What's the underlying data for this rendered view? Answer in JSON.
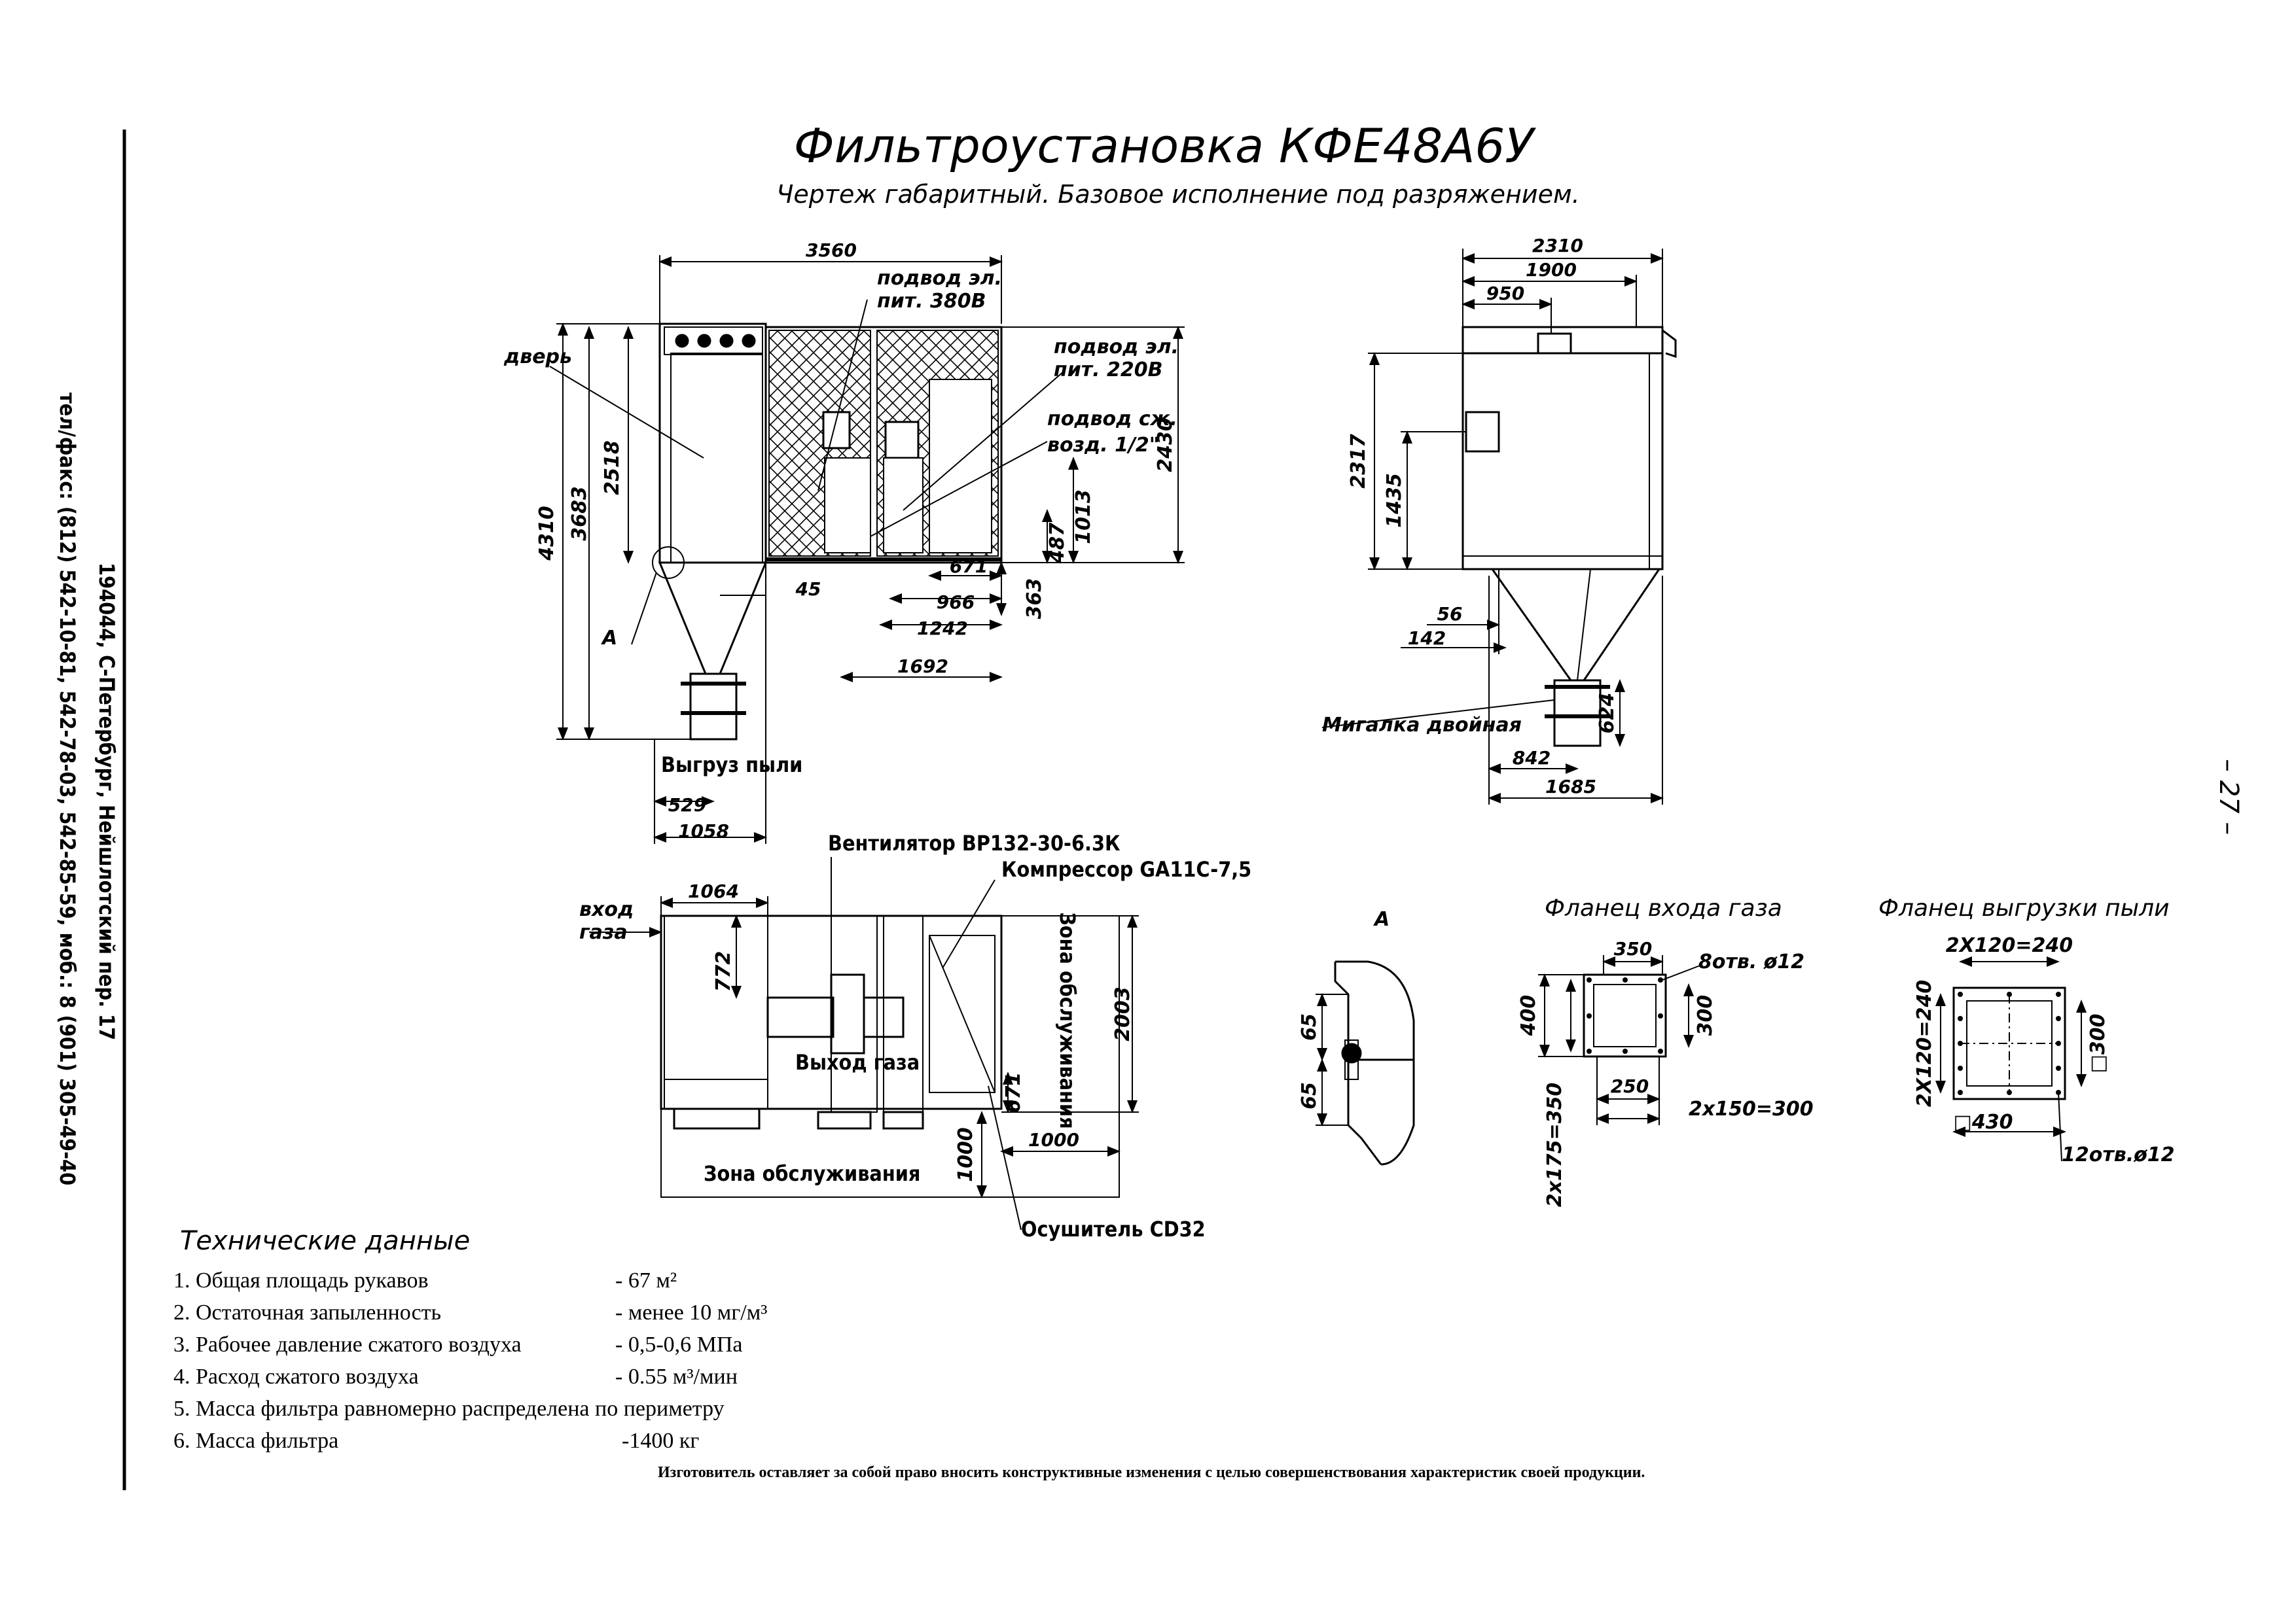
{
  "title": "Фильтроустановка КФЕ48А6У",
  "subtitle": "Чертеж габаритный. Базовое исполнение под разряжением.",
  "page_number": "– 27 –",
  "contacts": {
    "address": "194044, С-Петербург, Нейшлотский пер. 17",
    "phones": "тел/факс: (812) 542-10-81, 542-78-03, 542-85-59, моб.: 8 (901) 305-49-40"
  },
  "front_view": {
    "labels": {
      "door": "дверь",
      "power380_1": "подвод эл.",
      "power380_2": "пит. 380В",
      "power220_1": "подвод эл.",
      "power220_2": "пит. 220В",
      "air_1": "подвод сж.",
      "air_2": "возд. 1/2\"",
      "detail_a": "А",
      "dust_outlet": "Выгруз пыли"
    },
    "dims": {
      "w3560": "3560",
      "h2518": "2518",
      "h3683": "3683",
      "h4310": "4310",
      "h2430": "2430",
      "h1013": "1013",
      "h487": "487",
      "h363": "363",
      "w671": "671",
      "w966": "966",
      "w1242": "1242",
      "w1692": "1692",
      "w45": "45",
      "w529": "529",
      "w1058": "1058"
    }
  },
  "side_view": {
    "labels": {
      "flap": "Мигалка двойная"
    },
    "dims": {
      "w2310": "2310",
      "w1900": "1900",
      "w950": "950",
      "h2317": "2317",
      "h1435": "1435",
      "w56": "56",
      "w142": "142",
      "w842": "842",
      "w1685": "1685",
      "h624": "624"
    }
  },
  "plan_view": {
    "labels": {
      "gas_inlet_1": "вход",
      "gas_inlet_2": "газа",
      "fan": "Вентилятор ВР132-30-6.3К",
      "compressor": "Компрессор GA11C-7,5",
      "service_zone_right": "Зона обслуживания",
      "service_zone_bottom": "Зона обслуживания",
      "gas_outlet": "Выход газа",
      "dryer": "Осушитель CD32"
    },
    "dims": {
      "w1064": "1064",
      "h772": "772",
      "h2003": "2003",
      "w671": "671",
      "w1000a": "1000",
      "h1000b": "1000"
    }
  },
  "detail_a": {
    "title": "А",
    "dims": {
      "d65a": "65",
      "d65b": "65"
    }
  },
  "gas_flange": {
    "title": "Фланец входа газа",
    "dims": {
      "w350": "350",
      "holes": "8отв. ø12",
      "h400": "400",
      "h300": "300",
      "w250": "250",
      "w2x150": "2х150=300",
      "h2x175": "2х175=350"
    }
  },
  "dust_flange": {
    "title": "Фланец выгрузки пыли",
    "dims": {
      "top": "2X120=240",
      "left": "2X120=240",
      "right": "□300",
      "bottom": "□430",
      "holes": "12отв.ø12"
    }
  },
  "tech": {
    "heading": "Технические данные",
    "rows": [
      {
        "label": "1. Общая площадь рукавов",
        "value": "- 67 м²"
      },
      {
        "label": "2. Остаточная запыленность",
        "value": "- менее 10 мг/м³"
      },
      {
        "label": "3. Рабочее давление сжатого воздуха",
        "value": "- 0,5-0,6 МПа"
      },
      {
        "label": "4. Расход сжатого воздуха",
        "value": "- 0.55 м³/мин"
      },
      {
        "label": "5. Масса фильтра равномерно распределена по периметру",
        "value": ""
      },
      {
        "label": "6. Масса фильтра",
        "value": "-1400 кг"
      }
    ],
    "disclaimer": "Изготовитель оставляет за собой право вносить конструктивные изменения с целью совершенствования характеристик своей продукции."
  }
}
